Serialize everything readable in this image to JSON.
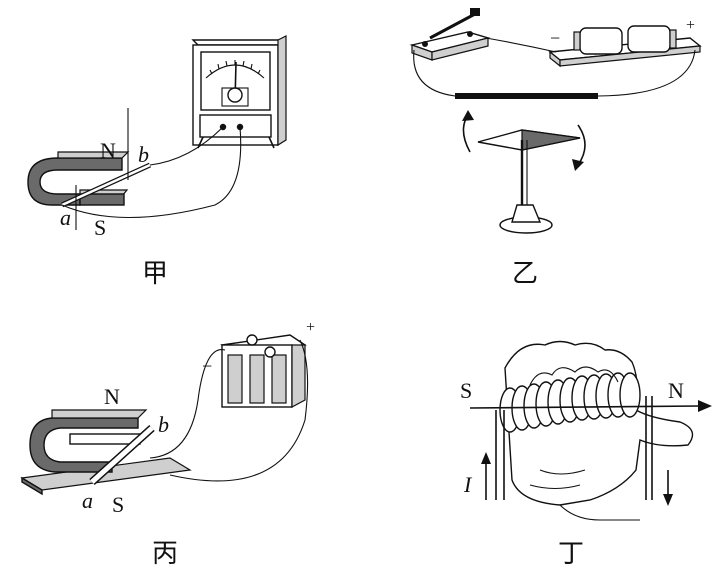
{
  "panels": {
    "jia": {
      "caption": "甲",
      "labels": {
        "n": "N",
        "s": "S",
        "a": "a",
        "b": "b"
      }
    },
    "yi": {
      "caption": "乙",
      "labels": {
        "minus": "−",
        "plus": "+"
      }
    },
    "bing": {
      "caption": "丙",
      "labels": {
        "n": "N",
        "s": "S",
        "a": "a",
        "b": "b",
        "minus": "−",
        "plus": "+"
      }
    },
    "ding": {
      "caption": "丁",
      "labels": {
        "s": "S",
        "n": "N",
        "current": "I"
      }
    }
  }
}
